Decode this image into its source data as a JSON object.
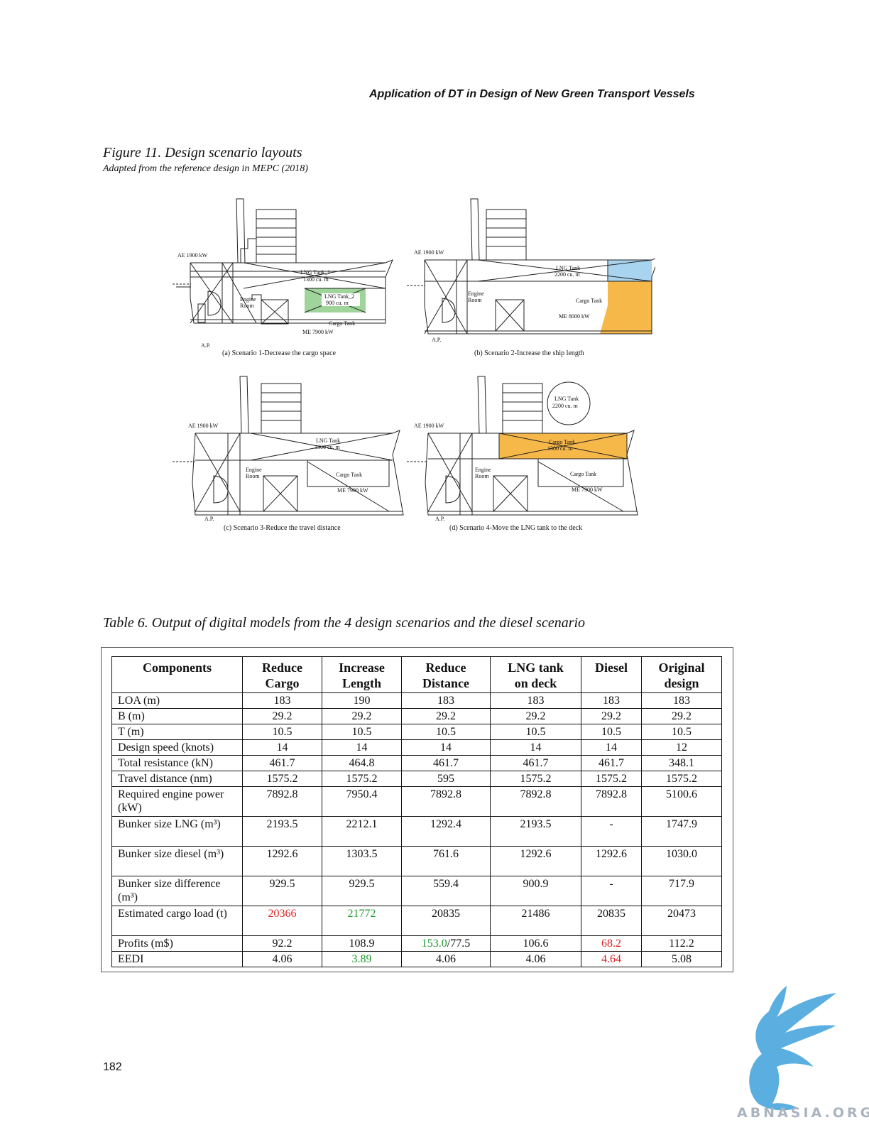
{
  "header": {
    "running_title": "Application of DT in Design of New Green Transport Vessels"
  },
  "figure": {
    "caption": "Figure 11. Design scenario layouts",
    "source": "Adapted from the reference design in MEPC (2018)",
    "panels": {
      "a": {
        "caption": "(a) Scenario 1-Decrease the cargo space",
        "ae": "AE 1900 kW",
        "tank1": "LNG Tank_1",
        "tank1_vol": "1300 cu. m",
        "tank2": "LNG Tank_2",
        "tank2_vol": "900 cu. m",
        "engine1": "Engine",
        "engine2": "Room",
        "cargo": "Cargo Tank",
        "me": "ME 7900 kW",
        "ap": "A.P."
      },
      "b": {
        "caption": "(b) Scenario 2-Increase the ship length",
        "ae": "AE 1900 kW",
        "tank": "LNG Tank",
        "tank_vol": "2200 cu. m",
        "engine1": "Engine",
        "engine2": "Room",
        "cargo": "Cargo Tank",
        "me": "ME 8000 kW",
        "ap": "A.P."
      },
      "c": {
        "caption": "(c) Scenario 3-Reduce the travel distance",
        "ae": "AE 1900 kW",
        "tank": "LNG Tank",
        "tank_vol": "1300 cu. m",
        "engine1": "Engine",
        "engine2": "Room",
        "cargo": "Cargo Tank",
        "me": "ME 7900 kW",
        "ap": "A.P."
      },
      "d": {
        "caption": "(d) Scenario 4-Move the LNG tank to the deck",
        "ae": "AE 1900 kW",
        "tank": "LNG Tank",
        "tank_vol": "2200 cu. m",
        "cargo": "Cargo Tank",
        "cargo_vol": "1300 cu. m",
        "engine1": "Engine",
        "engine2": "Room",
        "cargo2": "Cargo Tank",
        "me": "ME 7900 kW",
        "ap": "A.P."
      }
    }
  },
  "table": {
    "caption": "Table 6. Output of digital models from the 4 design scenarios and the diesel scenario",
    "headers": [
      {
        "l1": "Components",
        "l2": ""
      },
      {
        "l1": "Reduce",
        "l2": "Cargo"
      },
      {
        "l1": "Increase",
        "l2": "Length"
      },
      {
        "l1": "Reduce",
        "l2": "Distance"
      },
      {
        "l1": "LNG tank",
        "l2": "on deck"
      },
      {
        "l1": "Diesel",
        "l2": ""
      },
      {
        "l1": "Original",
        "l2": "design"
      }
    ],
    "rows": [
      {
        "label": "LOA (m)",
        "cells": [
          "183",
          "190",
          "183",
          "183",
          "183",
          "183"
        ]
      },
      {
        "label": "B (m)",
        "cells": [
          "29.2",
          "29.2",
          "29.2",
          "29.2",
          "29.2",
          "29.2"
        ]
      },
      {
        "label": "T (m)",
        "cells": [
          "10.5",
          "10.5",
          "10.5",
          "10.5",
          "10.5",
          "10.5"
        ]
      },
      {
        "label": "Design speed (knots)",
        "cells": [
          "14",
          "14",
          "14",
          "14",
          "14",
          "12"
        ]
      },
      {
        "label": "Total resistance (kN)",
        "cells": [
          "461.7",
          "464.8",
          "461.7",
          "461.7",
          "461.7",
          "348.1"
        ]
      },
      {
        "label": "Travel distance (nm)",
        "cells": [
          "1575.2",
          "1575.2",
          "595",
          "1575.2",
          "1575.2",
          "1575.2"
        ]
      },
      {
        "label": "Required engine power (kW)",
        "cells": [
          "7892.8",
          "7950.4",
          "7892.8",
          "7892.8",
          "7892.8",
          "5100.6"
        ]
      },
      {
        "label": "Bunker size LNG (m³)",
        "cells": [
          "2193.5",
          "2212.1",
          "1292.4",
          "2193.5",
          "-",
          "1747.9"
        ]
      },
      {
        "label": "Bunker size diesel (m³)",
        "cells": [
          "1292.6",
          "1303.5",
          "761.6",
          "1292.6",
          "1292.6",
          "1030.0"
        ]
      },
      {
        "label": "Bunker size difference (m³)",
        "cells": [
          "929.5",
          "929.5",
          "559.4",
          "900.9",
          "-",
          "717.9"
        ]
      },
      {
        "label": "Estimated cargo load (t)",
        "cells": [
          "20366",
          "21772",
          "20835",
          "21486",
          "20835",
          "20473"
        ]
      },
      {
        "label": "Profits (m$)",
        "cells": [
          "92.2",
          "108.9",
          "153.0/77.5",
          "106.6",
          "68.2",
          "112.2"
        ]
      },
      {
        "label": "EEDI",
        "cells": [
          "4.06",
          "3.89",
          "4.06",
          "4.06",
          "4.64",
          "5.08"
        ]
      }
    ]
  },
  "page_number": "182",
  "watermark": {
    "text": "ABNASIA.ORG",
    "color": "#5aaee0"
  },
  "colors": {
    "red": "#e02020",
    "green": "#1e9a2e",
    "tank_green": "#9fd49a",
    "tank_blue": "#a8d4ef",
    "tank_orange": "#f7b84a"
  }
}
